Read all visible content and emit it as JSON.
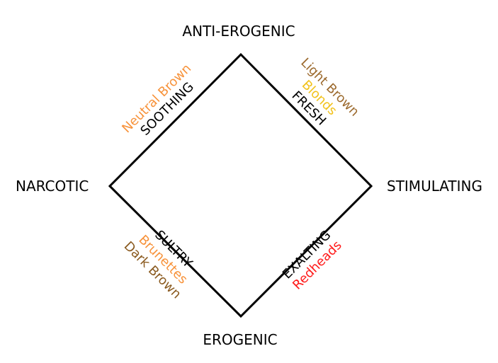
{
  "corners": {
    "top": "ANTI-EROGENIC",
    "right": "STIMULATING",
    "bottom": "EROGENIC",
    "left": "NARCOTIC"
  },
  "sides": {
    "upper_left": {
      "label": "SOOTHING",
      "items": [
        {
          "text": "Neutral Brown",
          "color": "#f7923a"
        }
      ]
    },
    "upper_right": {
      "label": "FRESH",
      "items": [
        {
          "text": "Blonds",
          "color": "#f2c21b"
        },
        {
          "text": "Light Brown",
          "color": "#9c6a2e"
        }
      ]
    },
    "lower_left": {
      "label": "SULTRY",
      "items": [
        {
          "text": "Brunettes",
          "color": "#f7923a"
        },
        {
          "text": "Dark Brown",
          "color": "#8a5a1f"
        }
      ]
    },
    "lower_right": {
      "label": "EXALTING",
      "items": [
        {
          "text": "Redheads",
          "color": "#ff1a1a"
        }
      ]
    }
  }
}
